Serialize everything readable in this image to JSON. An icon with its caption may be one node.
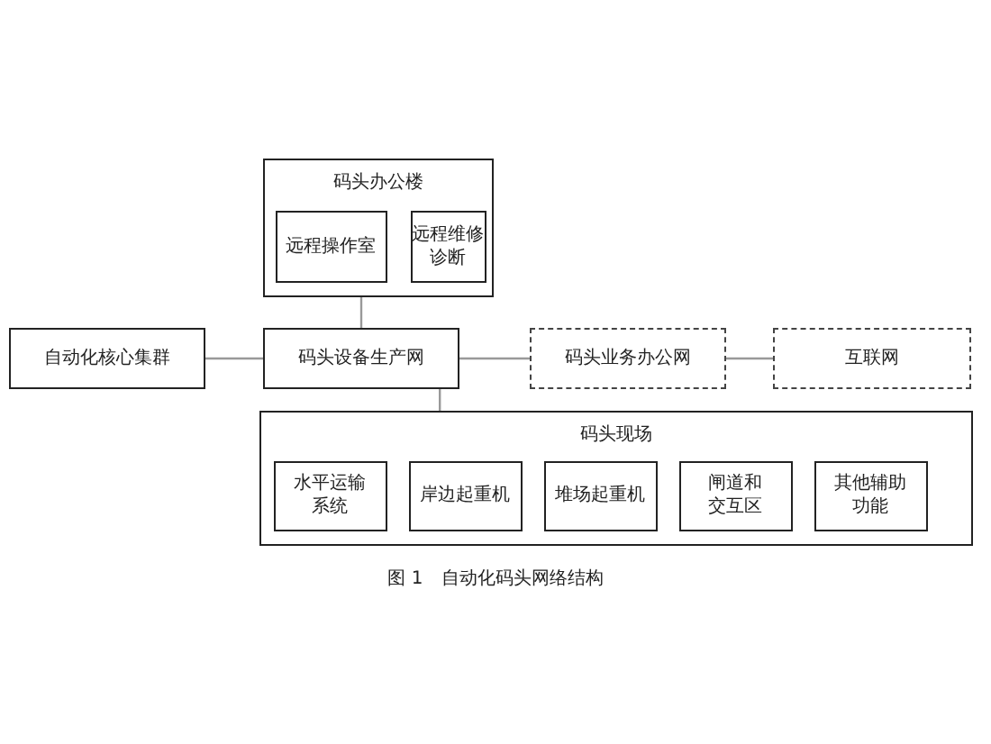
{
  "diagram": {
    "caption": "图 1　自动化码头网络结构",
    "nodes": [
      {
        "text": [
          "码头办公楼"
        ]
      },
      {
        "text": [
          "远程操作室"
        ],
        "in": 0
      },
      {
        "text": [
          "远程维修诊断"
        ],
        "in": 0
      },
      {
        "text": [
          "自动化核心集群"
        ]
      },
      {
        "text": [
          "码头设备生产网"
        ]
      },
      {
        "text": [
          "码头业务办公网"
        ]
      },
      {
        "text": [
          "互联网"
        ]
      },
      {
        "text": [
          "码头现场"
        ]
      },
      {
        "text": [
          "水平运输系统"
        ],
        "in": 7
      },
      {
        "text": [
          "岸边起重机"
        ],
        "in": 7
      },
      {
        "text": [
          "堆场起重机"
        ],
        "in": 7
      },
      {
        "text": [
          "闸道和交互区"
        ],
        "in": 7
      },
      {
        "text": [
          "其他辅助功能"
        ],
        "in": 7
      }
    ],
    "edges": [
      {
        "from": 0,
        "to": 4,
        "arrow": "none"
      },
      {
        "from": 3,
        "to": 4,
        "arrow": "none"
      },
      {
        "from": 4,
        "to": 5,
        "arrow": "none"
      },
      {
        "from": 5,
        "to": 6,
        "arrow": "none"
      },
      {
        "from": 4,
        "to": 7,
        "arrow": "none"
      }
    ]
  }
}
